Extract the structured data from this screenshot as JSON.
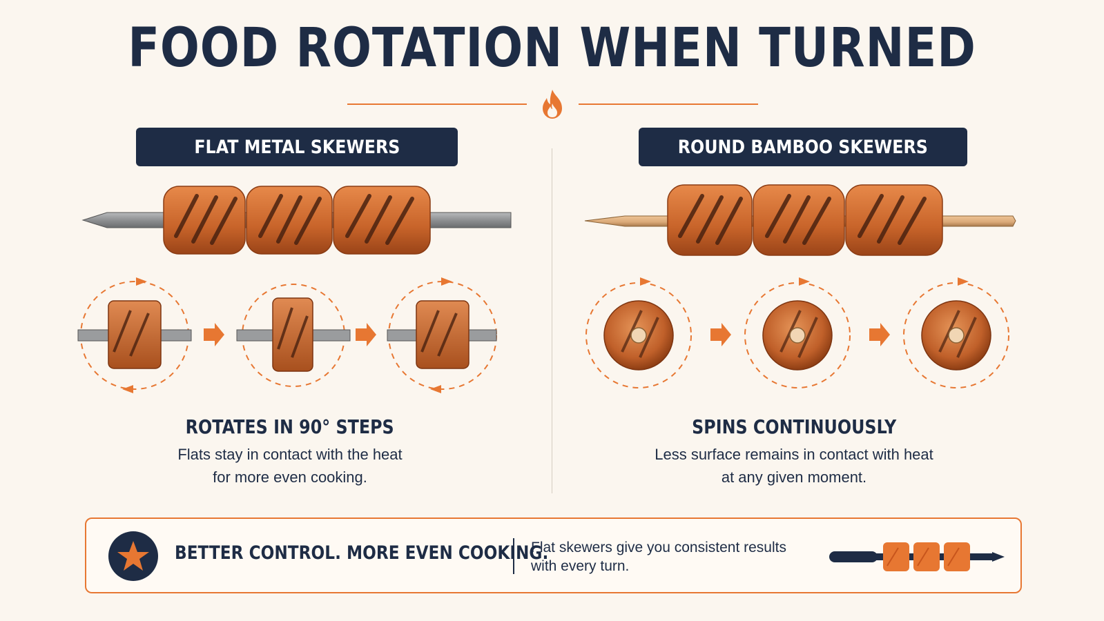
{
  "title": "FOOD ROTATION WHEN TURNED",
  "left": {
    "header": "FLAT METAL SKEWERS",
    "caption_title": "ROTATES IN 90° STEPS",
    "caption_line1": "Flats stay in contact with the heat",
    "caption_line2": "for more even cooking."
  },
  "right": {
    "header": "ROUND BAMBOO SKEWERS",
    "caption_title": "SPINS CONTINUOUSLY",
    "caption_line1": "Less surface remains in contact with heat",
    "caption_line2": "at any given moment."
  },
  "bottom": {
    "headline": "BETTER CONTROL. MORE EVEN COOKING.",
    "text_line1": "Flat skewers give you consistent results",
    "text_line2": "with every turn."
  },
  "colors": {
    "navy": "#1e2c45",
    "accent": "#e77732",
    "background": "#fbf6ef",
    "meat": "#c8642a",
    "metal": "#9a9c9e",
    "bamboo": "#d9a877"
  },
  "icons": [
    "flame-icon",
    "star-icon",
    "arrow-right-icon",
    "rotation-arrow-icon"
  ]
}
